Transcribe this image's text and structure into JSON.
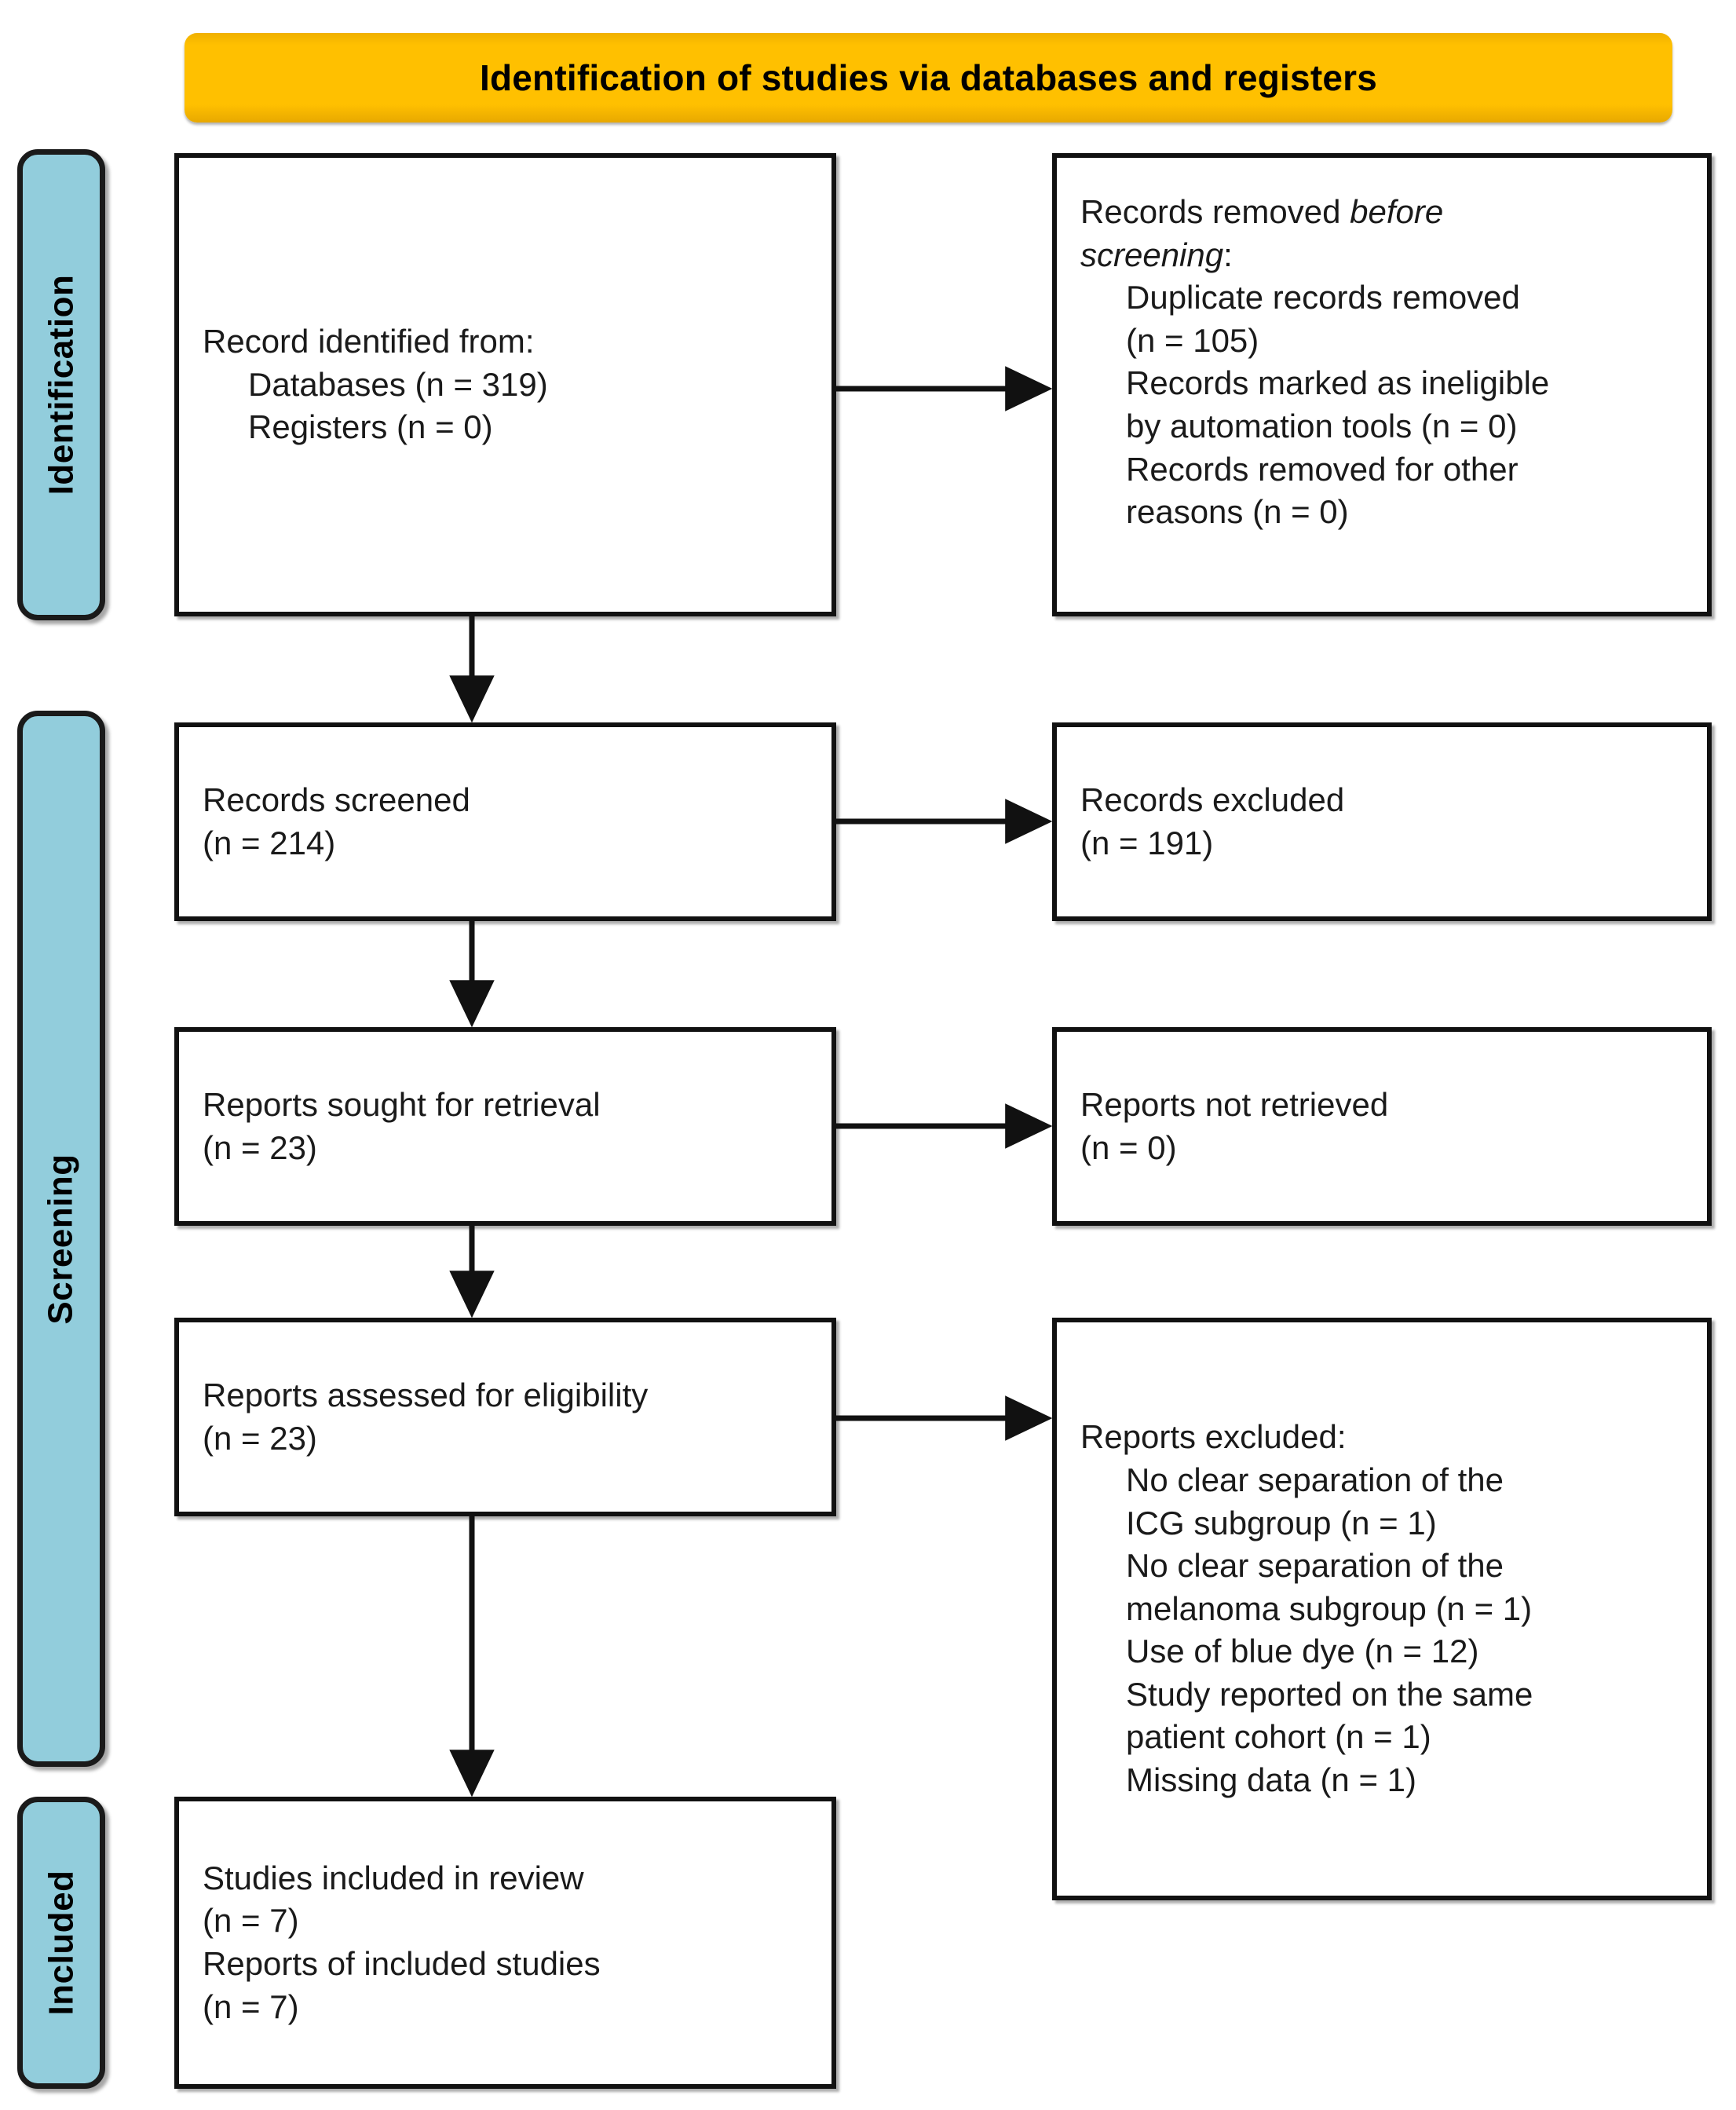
{
  "banner": {
    "title": "Identification of studies via databases and registers",
    "color": "#FFC000"
  },
  "stages": {
    "color": "#92CDDC",
    "identification": "Identification",
    "screening": "Screening",
    "included": "Included"
  },
  "boxes": {
    "identified": {
      "line1": "Record identified from:",
      "line2": "Databases (n = 319)",
      "line3": "Registers (n = 0)"
    },
    "removed_before_screening": {
      "line1_a": "Records removed ",
      "line1_b": "before",
      "line2_b": "screening",
      "line2_a": ":",
      "line3": "Duplicate records removed",
      "line4": "(n = 105)",
      "line5": "Records marked as ineligible",
      "line6": "by automation tools (n = 0)",
      "line7": "Records removed for other",
      "line8": "reasons (n = 0)"
    },
    "screened": {
      "line1": "Records screened",
      "line2": "(n = 214)"
    },
    "records_excluded": {
      "line1": "Records excluded",
      "line2": "(n = 191)"
    },
    "sought": {
      "line1": "Reports sought for retrieval",
      "line2": "(n = 23)"
    },
    "not_retrieved": {
      "line1": "Reports not retrieved",
      "line2": "(n = 0)"
    },
    "assessed": {
      "line1": "Reports assessed for eligibility",
      "line2": "(n = 23)"
    },
    "reports_excluded": {
      "line1": "Reports excluded:",
      "line2": "No clear separation of the",
      "line3": "ICG subgroup (n = 1)",
      "line4": "No clear separation of the",
      "line5": "melanoma subgroup (n = 1)",
      "line6": "Use of blue dye (n = 12)",
      "line7": "Study reported on the same",
      "line8": "patient cohort (n = 1)",
      "line9": "Missing data (n = 1)"
    },
    "included": {
      "line1": "Studies included in review",
      "line2": "(n = 7)",
      "line3": "Reports of included studies",
      "line4": "(n = 7)"
    }
  },
  "flow_data": {
    "type": "prisma-flow",
    "identified_databases": 319,
    "identified_registers": 0,
    "duplicates_removed": 105,
    "ineligible_automation": 0,
    "removed_other": 0,
    "records_screened": 214,
    "records_excluded": 191,
    "reports_sought": 23,
    "reports_not_retrieved": 0,
    "reports_assessed": 23,
    "excluded_no_icg_separation": 1,
    "excluded_no_melanoma_separation": 1,
    "excluded_blue_dye": 12,
    "excluded_same_cohort": 1,
    "excluded_missing_data": 1,
    "studies_included": 7,
    "reports_included": 7
  }
}
